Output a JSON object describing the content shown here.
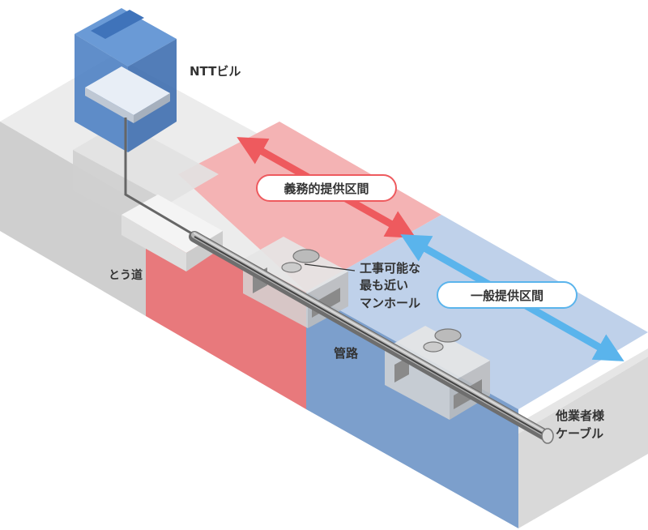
{
  "labels": {
    "ntt_building": "NTTビル",
    "conduit_road": "とう道",
    "obligation_section": "義務的提供区間",
    "general_section": "一般提供区間",
    "nearest_manhole_line1": "工事可能な",
    "nearest_manhole_line2": "最も近い",
    "nearest_manhole_line3": "マンホール",
    "conduit": "管路",
    "cable_line1": "他業者様",
    "cable_line2": "ケーブル"
  },
  "colors": {
    "obligation_red": "#f0888a",
    "obligation_arrow": "#ee5a5e",
    "general_blue": "#9cb8de",
    "general_arrow": "#5ab4ec",
    "building_blue": "#4f82c4",
    "pill_border_red": "#ee5a5e",
    "pill_border_blue": "#5ab4ec"
  }
}
